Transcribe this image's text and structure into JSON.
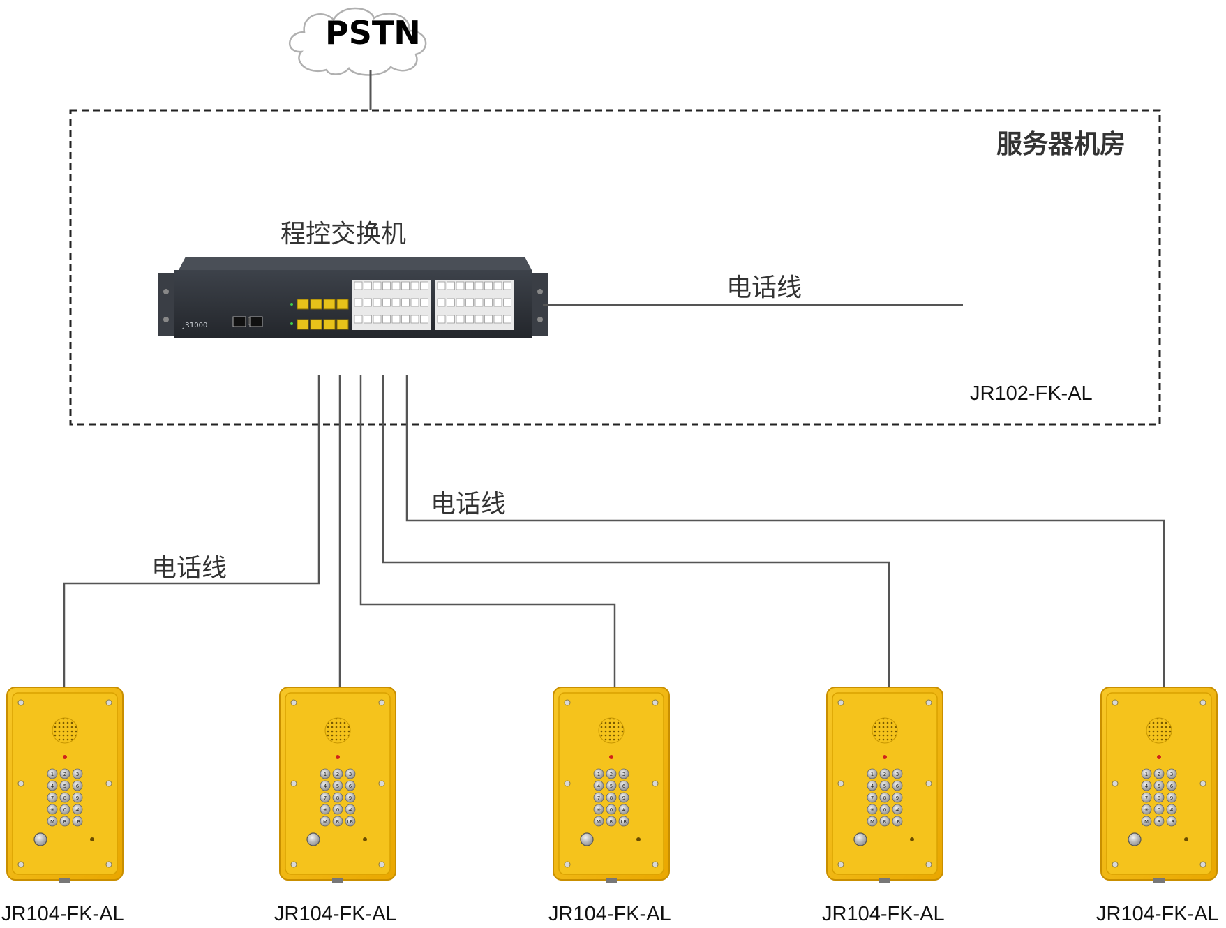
{
  "cloud": {
    "label": "PSTN"
  },
  "server_room": {
    "label": "服务器机房"
  },
  "switch": {
    "label": "程控交换机",
    "model_badge": "JR1000"
  },
  "uplink": {
    "cable_label": "电话线",
    "model": "JR102-FK-AL"
  },
  "cable_labels": {
    "left": "电话线",
    "center": "电话线"
  },
  "phones": [
    {
      "model": "JR104-FK-AL"
    },
    {
      "model": "JR104-FK-AL"
    },
    {
      "model": "JR104-FK-AL"
    },
    {
      "model": "JR104-FK-AL"
    },
    {
      "model": "JR104-FK-AL"
    }
  ],
  "keypad_keys": [
    "1",
    "2",
    "3",
    "4",
    "5",
    "6",
    "7",
    "8",
    "9",
    "✳",
    "0",
    "#",
    "M",
    "R",
    "LR"
  ],
  "colors": {
    "phone_body": "#f2b407",
    "phone_panel": "#f5c31c",
    "switch_body": "#2d3138",
    "port_yellow": "#e7c21a",
    "line": "#555555"
  }
}
